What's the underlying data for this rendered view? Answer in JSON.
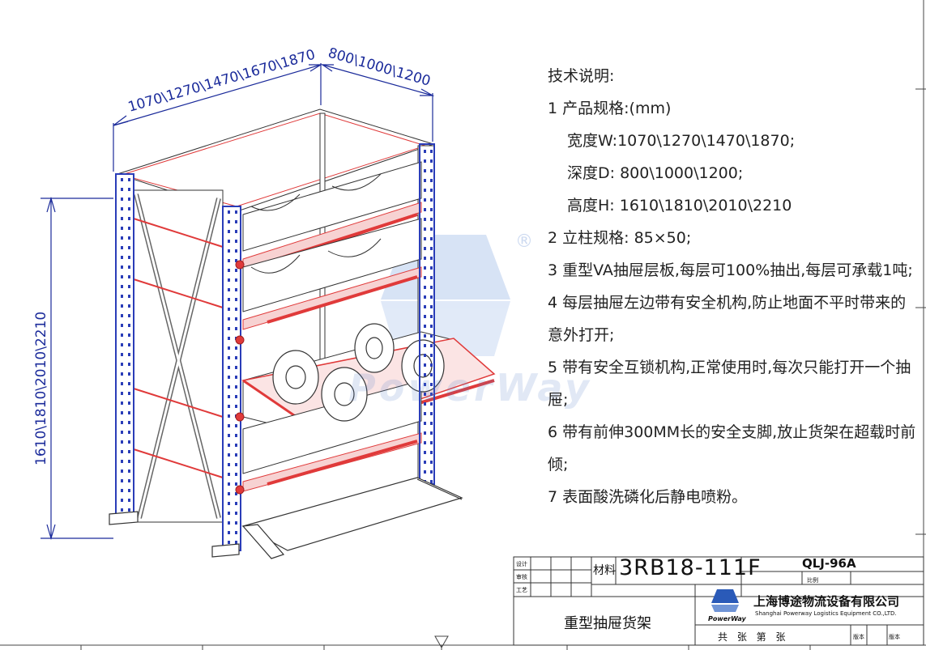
{
  "dimensions": {
    "width_label": "1070\\1270\\1470\\1670\\1870",
    "depth_label": "800\\1000\\1200",
    "height_label": "1610\\1810\\2010\\2210"
  },
  "watermark": {
    "text": "PowerWay",
    "registered_mark": "®"
  },
  "tech_notes": {
    "title": "技术说明:",
    "items": [
      "1 产品规格:(mm)",
      "宽度W:1070\\1270\\1470\\1870;",
      "深度D: 800\\1000\\1200;",
      "高度H: 1610\\1810\\2010\\2210",
      "2 立柱规格: 85×50;",
      "3 重型VA抽屉层板,每层可100%抽出,每层可承载1吨;",
      "4 每层抽屉左边带有安全机构,防止地面不平时带来的意外打开;",
      "5 带有安全互锁机构,正常使用时,每次只能打开一个抽屉;",
      "6 带有前伸300MM长的安全支脚,放止货架在超载时前倾;",
      "7 表面酸洗磷化后静电喷粉。"
    ]
  },
  "title_block": {
    "material_label": "材料",
    "part_code": "3RB18-111F",
    "drawing_no": "QLJ-96A",
    "scale_label": "比例",
    "product_name": "重型抽屉货架",
    "company_cn": "上海博途物流设备有限公司",
    "company_en": "Shanghai Powerway Logistics Equipment CO.,LTD.",
    "logo_text": "PowerWay",
    "sheet_text": "共 张 第 张",
    "left_labels": [
      "设计",
      "审核",
      "工艺"
    ],
    "right_labels": [
      "版本",
      "版本"
    ]
  },
  "colors": {
    "frame_blue": "#2a3db8",
    "drawer_red": "#e03a3a",
    "line_dark": "#333333",
    "watermark": "#6f94d6"
  }
}
